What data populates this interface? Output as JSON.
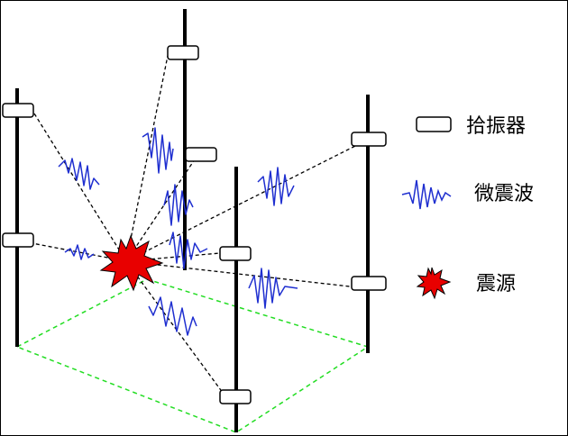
{
  "legend": {
    "geophone_label": "拾振器",
    "microseismic_wave_label": "微震波",
    "source_label": "震源"
  },
  "colors": {
    "wave": "#1f2fd0",
    "source_fill": "#e80000",
    "floor_dash": "#22dd22",
    "ray": "#000000",
    "well": "#000000"
  }
}
